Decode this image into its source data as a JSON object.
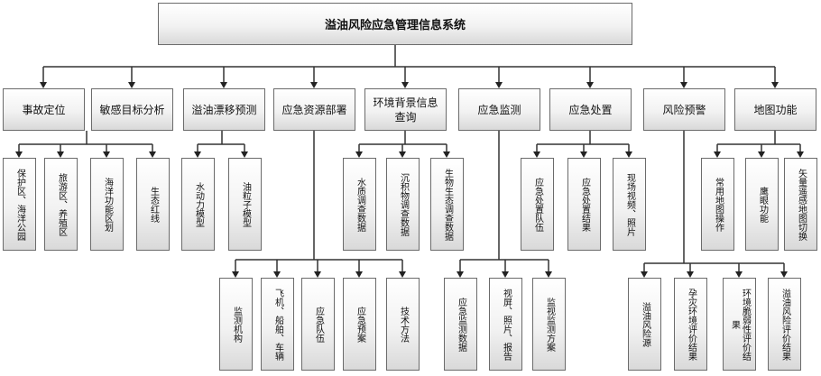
{
  "title": "溢油风险应急管理信息系统",
  "categories": [
    {
      "label": "事故定位",
      "children": [
        "保护区、海洋公园",
        "旅游区、养殖区",
        "海洋功能区划",
        "生态红线"
      ]
    },
    {
      "label": "敏感目标分析",
      "children": []
    },
    {
      "label": "溢油漂移预测",
      "children": [
        "水动力模型",
        "油粒子模型"
      ]
    },
    {
      "label": "应急资源部署",
      "children": [
        "监测机构",
        "飞机、船舶、车辆",
        "应急队伍",
        "应急预案",
        "技术方法"
      ]
    },
    {
      "label": "环境背景信息查询",
      "children": [
        "水质调查数据",
        "沉积物调查数据",
        "生物生态调查数据"
      ]
    },
    {
      "label": "应急监测",
      "children": [
        "应急监测数据",
        "视屏、照片、报告",
        "监视监测方案"
      ]
    },
    {
      "label": "应急处置",
      "children": [
        "应急处置队伍",
        "应急处置结果",
        "现场视频、照片"
      ]
    },
    {
      "label": "风险预警",
      "children": [
        "溢油风险源",
        "孕灾环境评价结果",
        "环境脆弱性评价结果",
        "溢油风险评价结果"
      ]
    },
    {
      "label": "地图功能",
      "children": [
        "常用地图操作",
        "鹰眼功能",
        "矢量遥感地图切换"
      ]
    }
  ]
}
